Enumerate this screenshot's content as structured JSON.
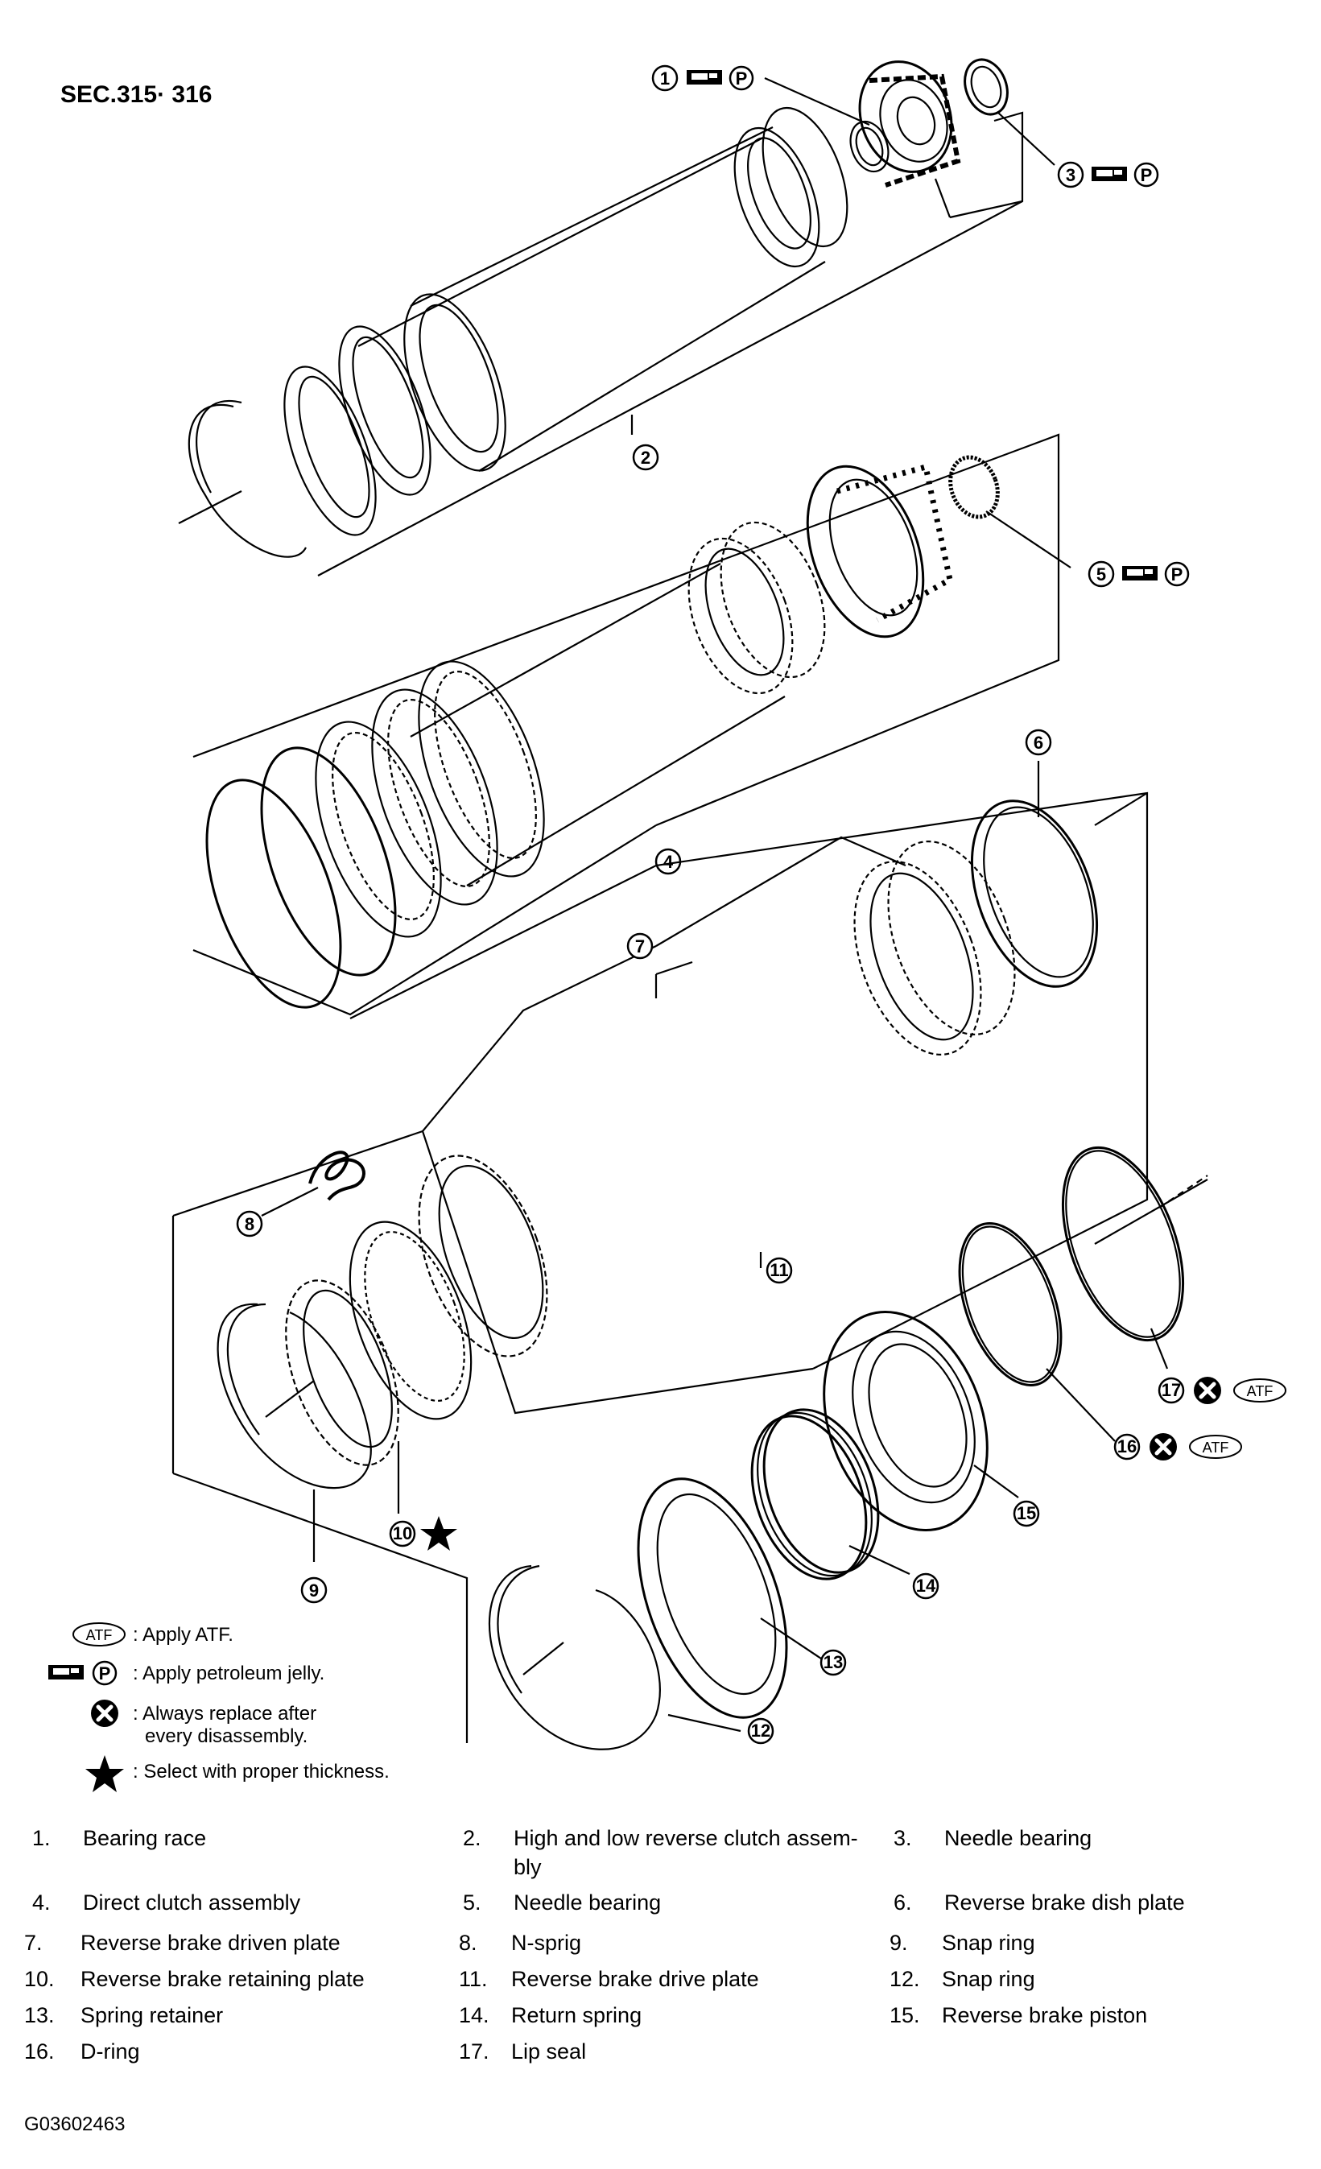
{
  "section_label": "SEC.315· 316",
  "callouts": [
    "1",
    "2",
    "3",
    "4",
    "5",
    "6",
    "7",
    "8",
    "9",
    "10",
    "11",
    "12",
    "13",
    "14",
    "15",
    "16",
    "17"
  ],
  "legend": {
    "atf_badge": "ATF",
    "atf_text": ": Apply ATF.",
    "petroleum_badge": "P",
    "petroleum_text": ": Apply petroleum jelly.",
    "replace_line1": ": Always replace after",
    "replace_line2": "every disassembly.",
    "thickness_text": ": Select with proper thickness."
  },
  "parts": [
    {
      "num": "1.",
      "name": "Bearing race"
    },
    {
      "num": "2.",
      "name": "High and low reverse clutch assem-",
      "name2": "bly"
    },
    {
      "num": "3.",
      "name": "Needle bearing"
    },
    {
      "num": "4.",
      "name": "Direct clutch assembly"
    },
    {
      "num": "5.",
      "name": "Needle bearing"
    },
    {
      "num": "6.",
      "name": "Reverse brake dish plate"
    },
    {
      "num": "7.",
      "name": "Reverse brake driven plate"
    },
    {
      "num": "8.",
      "name": "N-sprig"
    },
    {
      "num": "9.",
      "name": "Snap ring"
    },
    {
      "num": "10.",
      "name": "Reverse brake retaining plate"
    },
    {
      "num": "11.",
      "name": "Reverse brake drive plate"
    },
    {
      "num": "12.",
      "name": "Snap ring"
    },
    {
      "num": "13.",
      "name": "Spring retainer"
    },
    {
      "num": "14.",
      "name": "Return spring"
    },
    {
      "num": "15.",
      "name": "Reverse brake piston"
    },
    {
      "num": "16.",
      "name": "D-ring"
    },
    {
      "num": "17.",
      "name": "Lip seal"
    }
  ],
  "figure_code": "G03602463"
}
